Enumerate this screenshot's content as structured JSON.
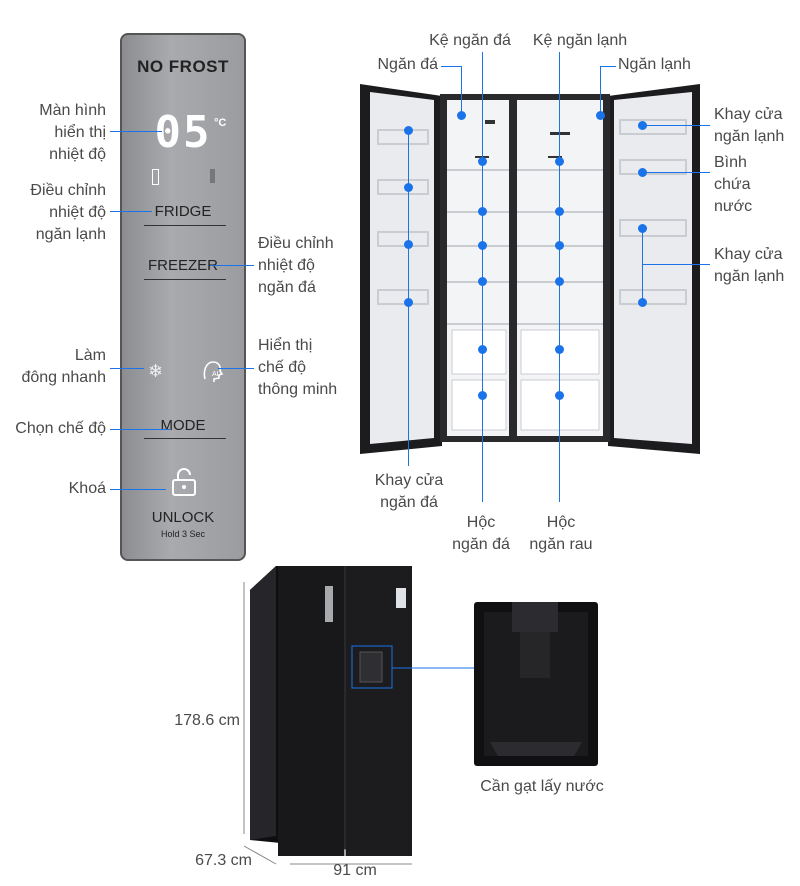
{
  "panel": {
    "brand": "NO FROST",
    "temp": "05",
    "unit": "°C",
    "fridge": "FRIDGE",
    "freezer": "FREEZER",
    "mode": "MODE",
    "unlock": "UNLOCK",
    "hold": "Hold 3 Sec"
  },
  "panel_labels": {
    "display": "Màn hình\nhiển thị\nnhiệt độ",
    "fridge_adj": "Điều chỉnh\nnhiệt độ\nngăn lạnh",
    "freezer_adj": "Điều chỉnh\nnhiệt độ\nngăn đá",
    "fast_freeze": "Làm\nđông nhanh",
    "smart_mode": "Hiển thị\nchế độ\nthông minh",
    "mode_select": "Chọn chế độ",
    "lock": "Khoá"
  },
  "fridge_labels": {
    "freezer_shelf": "Kệ ngăn đá",
    "fridge_shelf": "Kệ ngăn lạnh",
    "freezer": "Ngăn đá",
    "fridge": "Ngăn lạnh",
    "fridge_door_tray_1": "Khay cửa\nngăn lạnh",
    "water_tank": "Bình\nchứa\nnước",
    "fridge_door_tray_2": "Khay cửa\nngăn lạnh",
    "freezer_door_tray": "Khay cửa\nngăn đá",
    "freezer_drawer": "Hộc\nngăn đá",
    "veg_drawer": "Hộc\nngăn rau"
  },
  "dimensions": {
    "height": "178.6 cm",
    "depth": "67.3 cm",
    "width": "91 cm"
  },
  "dispenser_label": "Cần gạt lấy nước",
  "colors": {
    "accent": "#1a73e8",
    "body": "#1b1b1d"
  }
}
